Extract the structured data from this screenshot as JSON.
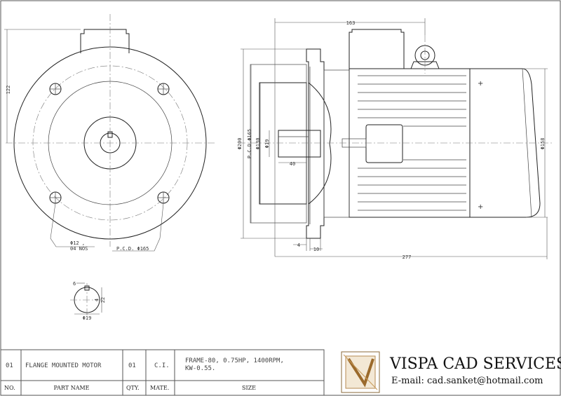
{
  "dimensions": {
    "overall_height": "163",
    "bolt_circle_offset": "122",
    "flange_dia": "Φ200",
    "pcd": "P.C.D.Φ165",
    "spigot_dia": "Φ130",
    "shaft_dia": "Φ19",
    "shaft_length": "40",
    "flange_thk": "4",
    "spigot_len": "10",
    "overall_length": "277",
    "frame_dia": "Φ158",
    "hole_note_line1": "Φ12 ,",
    "hole_note_line2": "04 NOS",
    "pcd_note": "P.C.D. Φ165",
    "key_width": "6",
    "key_height": "22",
    "key_depth": "4",
    "shaft_small_dia": "Φ19"
  },
  "title_block": {
    "row": {
      "no": "01",
      "part_name": "FLANGE MOUNTED MOTOR",
      "qty": "01",
      "material": "C.I.",
      "size_line1": "FRAME-80,    0.75HP,     1400RPM,",
      "size_line2": "KW-0.55."
    },
    "headers": {
      "no": "NO.",
      "part_name": "PART NAME",
      "qty": "QTY.",
      "material": "MATE.",
      "size": "SIZE"
    }
  },
  "brand": {
    "name": "VISPA CAD SERVICES",
    "email": "E-mail: cad.sanket@hotmail.com",
    "logo_letter": "V"
  }
}
